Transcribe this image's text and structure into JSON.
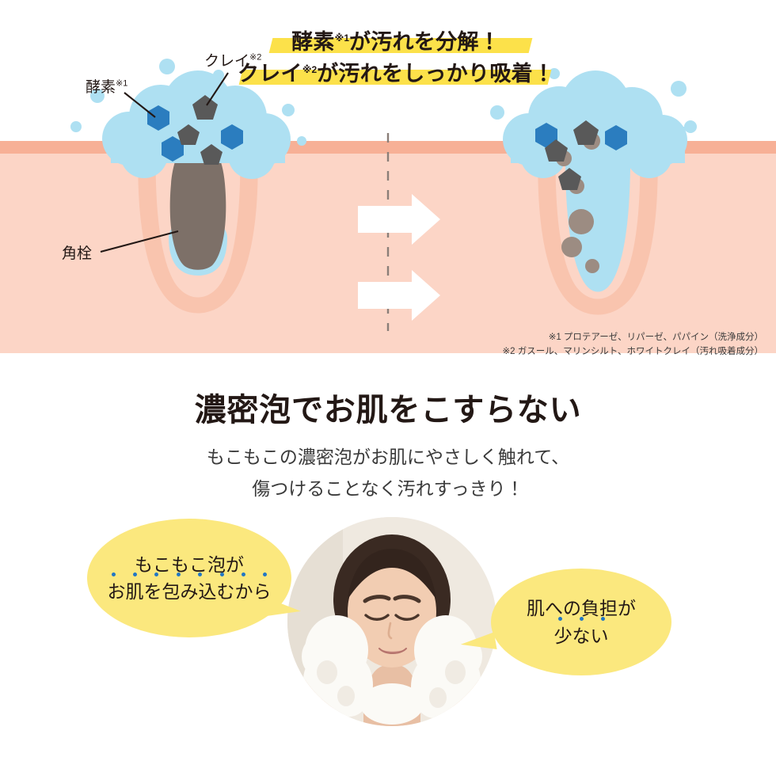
{
  "diagram": {
    "banner": {
      "line1_main": "酵素",
      "line1_sup": "※1",
      "line1_rest": "が汚れを分解！",
      "line2_main": "クレイ",
      "line2_sup": "※2",
      "line2_rest": "が汚れをしっかり吸着！"
    },
    "labels": {
      "enzyme": "酵素",
      "enzyme_sup": "※1",
      "clay": "クレイ",
      "clay_sup": "※2",
      "plug": "角栓"
    },
    "footnotes": [
      "※1 プロテアーゼ、リパーゼ、パパイン（洗浄成分）",
      "※2 ガスール、マリンシルト、ホワイトクレイ（汚れ吸着成分）"
    ],
    "colors": {
      "skin": "#FCD5C6",
      "skin_top": "#F7B096",
      "pore_inner": "#F9C4AE",
      "foam": "#AEE0F2",
      "plug": "#7D7068",
      "enzyme_hex": "#2B7DBF",
      "clay_pent": "#595959",
      "dirt": "#9C8C82",
      "highlight": "#FCE14A",
      "arrow": "#FFFFFF",
      "divider": "#8A7E78"
    }
  },
  "section": {
    "heading": "濃密泡でお肌をこすらない",
    "sub_line1": "もこもこの濃密泡がお肌にやさしく触れて、",
    "sub_line2": "傷つけることなく汚れすっきり！"
  },
  "bubbles": {
    "left": {
      "line1": "もこもこ泡が",
      "line2": "お肌を包み込むから",
      "dot_count": 8
    },
    "right": {
      "line1": "肌への負担が",
      "line2": "少ない",
      "dot_count": 3
    }
  },
  "photo": {
    "alt": "woman-washing-face-with-foam"
  }
}
